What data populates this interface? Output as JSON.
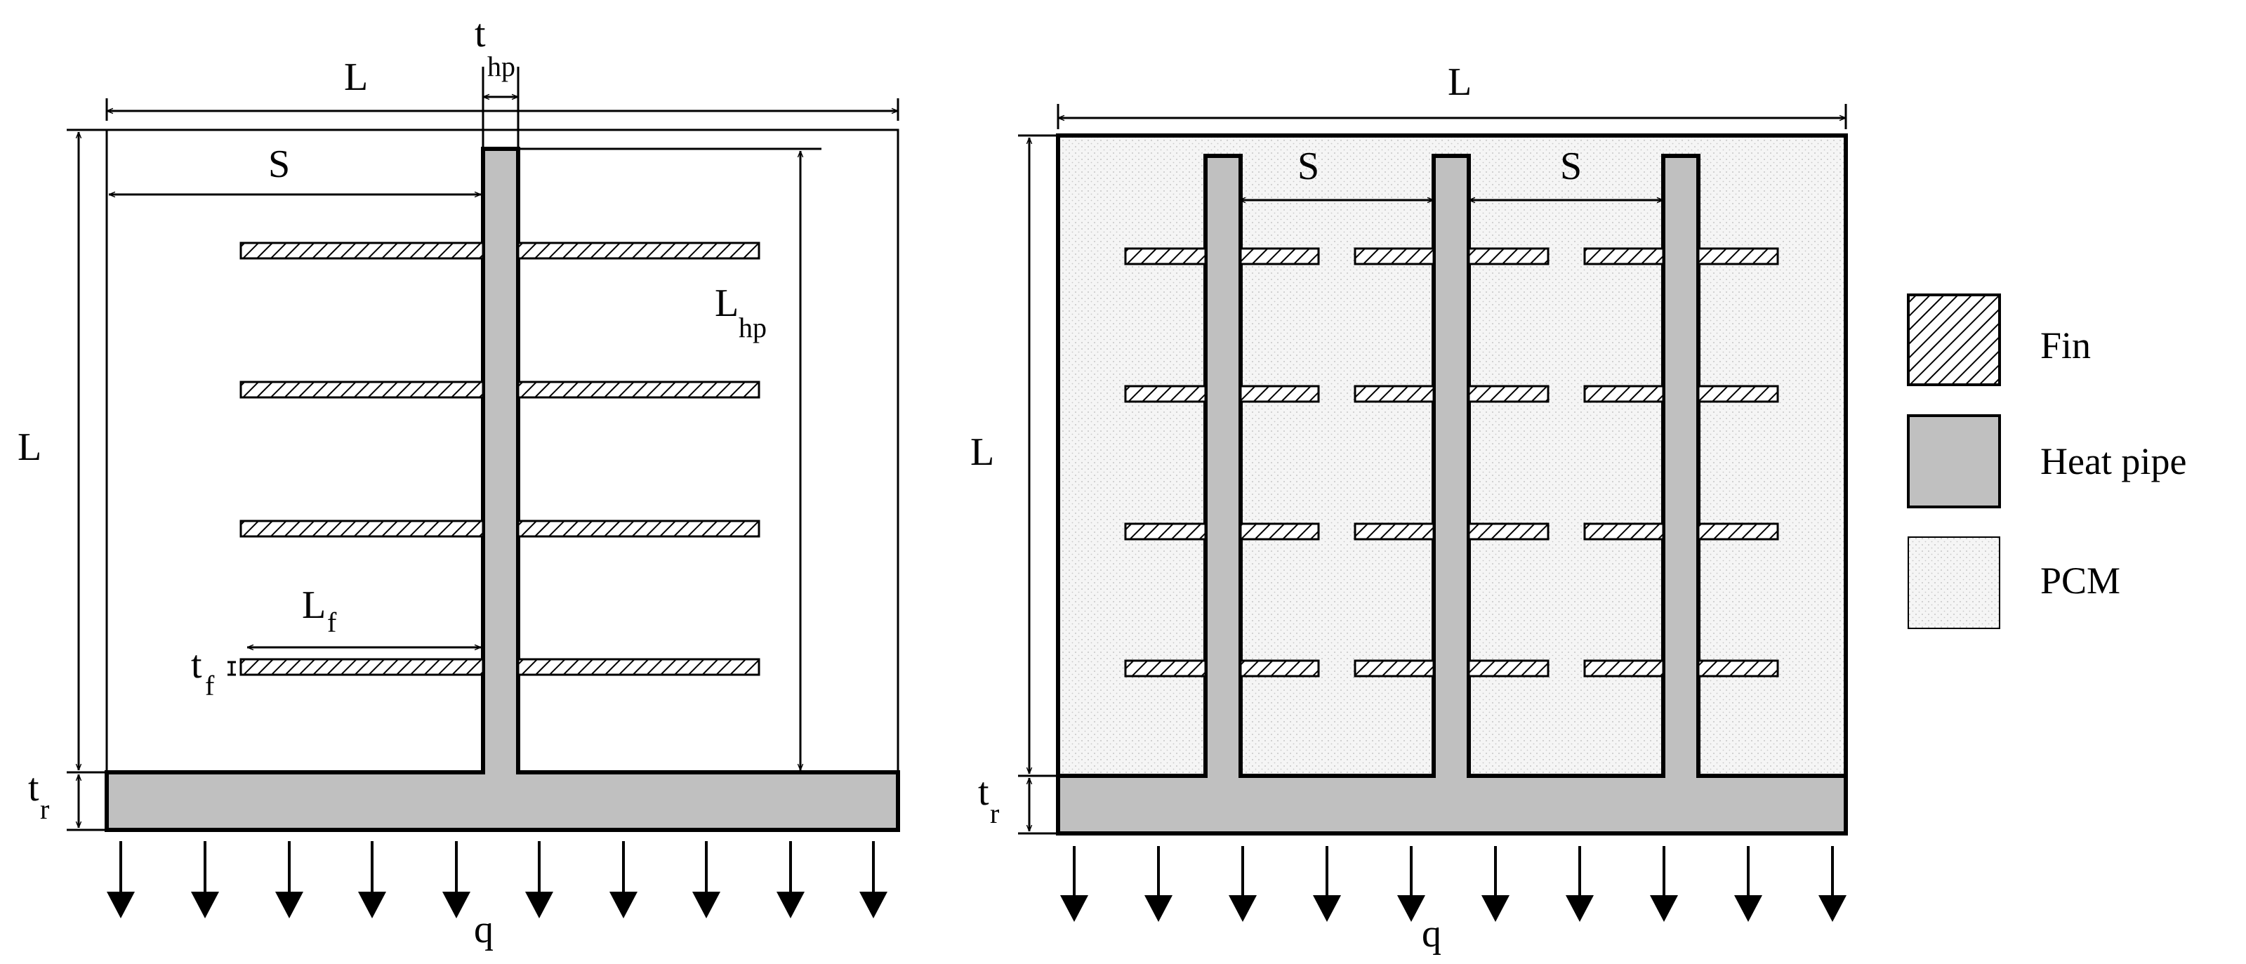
{
  "colors": {
    "heat_pipe": "#c0c0c0",
    "pcm": "#f4f4f4",
    "stroke": "#000000"
  },
  "left_panel": {
    "L_top": "L",
    "L_side": "L",
    "S": "S",
    "Lhp_main": "L",
    "Lhp_sub": "hp",
    "thp_main": "t",
    "thp_sub": "hp",
    "Lf_main": "L",
    "Lf_sub": "f",
    "tf_main": "t",
    "tf_sub": "f",
    "tr_main": "t",
    "tr_sub": "r",
    "q": "q"
  },
  "right_panel": {
    "L_top": "L",
    "L_side": "L",
    "S1": "S",
    "S2": "S",
    "tr_main": "t",
    "tr_sub": "r",
    "q": "q"
  },
  "legend": {
    "items": [
      {
        "label": "Fin",
        "icon": "hatched-square"
      },
      {
        "label": "Heat pipe",
        "icon": "gray-square"
      },
      {
        "label": "PCM",
        "icon": "dotted-square"
      }
    ]
  }
}
